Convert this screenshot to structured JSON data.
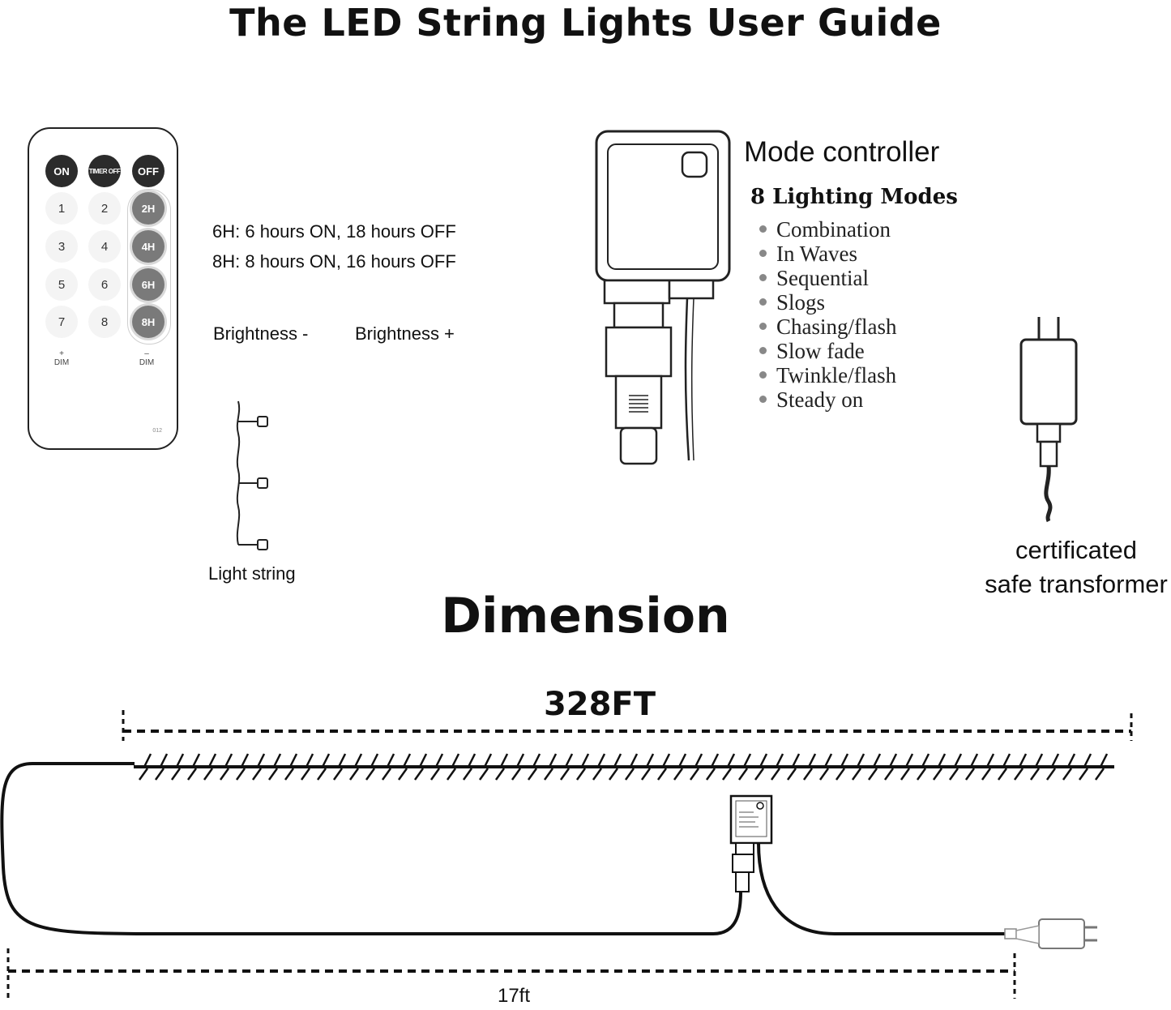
{
  "title": "The LED String Lights User Guide",
  "remote": {
    "buttons_top": [
      "ON",
      "TIMER OFF",
      "OFF"
    ],
    "numbers": [
      "1",
      "2",
      "3",
      "4",
      "5",
      "6",
      "7",
      "8"
    ],
    "timers": [
      "2H",
      "4H",
      "6H",
      "8H"
    ],
    "dim_plus": "+",
    "dim_minus": "–",
    "dim_label": "DIM",
    "code": "012"
  },
  "timer_notes": [
    "6H: 6 hours ON, 18 hours OFF",
    "8H: 8 hours ON, 16 hours OFF"
  ],
  "brightness": {
    "minus": "Brightness -",
    "plus": "Brightness +"
  },
  "light_string_label": "Light string",
  "controller": {
    "title": "Mode controller",
    "modes_heading": "8 Lighting Modes",
    "modes": [
      "Combination",
      "In Waves",
      "Sequential",
      "Slogs",
      "Chasing/flash",
      "Slow fade",
      "Twinkle/flash",
      "Steady on"
    ]
  },
  "transformer_label": [
    "certificated",
    "safe transformer"
  ],
  "dimension": {
    "heading": "Dimension",
    "length_label": "328FT",
    "lead_label": "17ft"
  }
}
